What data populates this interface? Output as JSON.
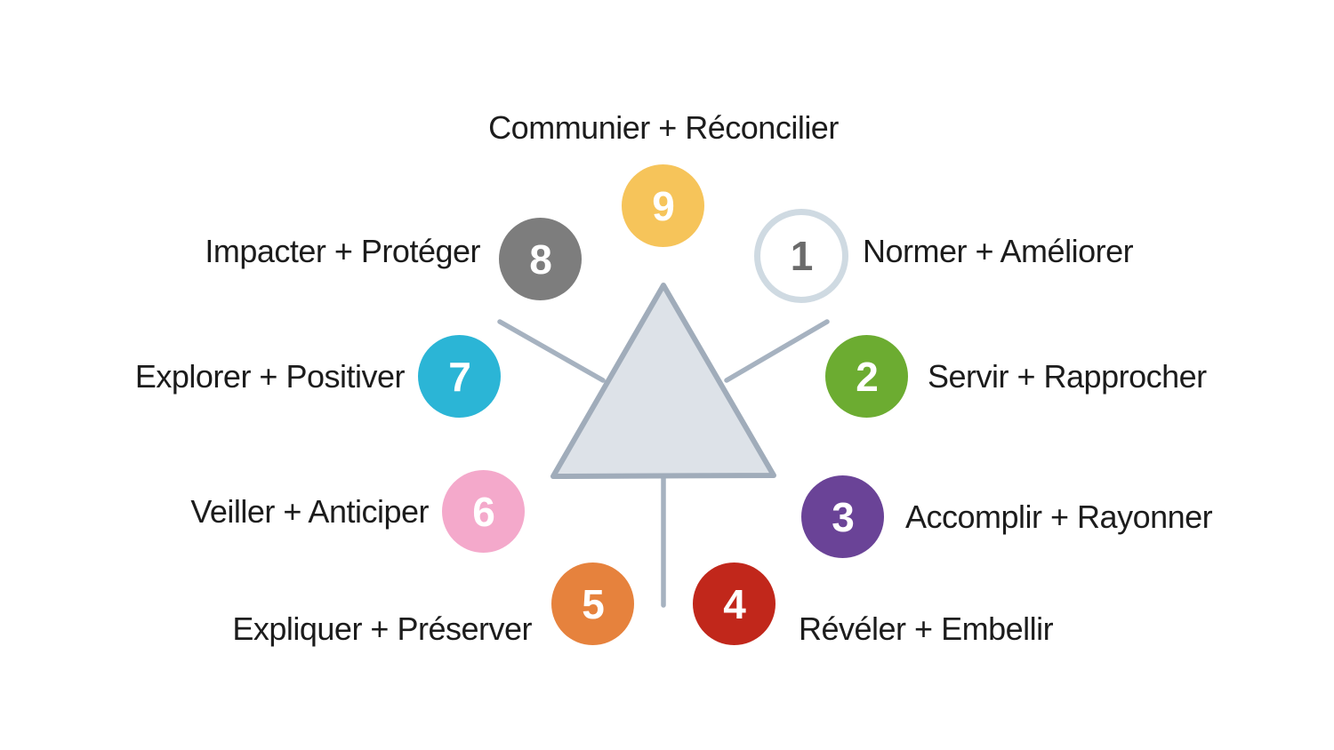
{
  "figure": {
    "type": "enneagram-diagram",
    "triangle_fill": "#DDE2E8",
    "triangle_stroke": "#A0ACBA",
    "line_color": "#A6B2C0",
    "text_color": "#1C1C1C"
  },
  "nodes": [
    {
      "number": "1",
      "label": "Normer + Améliorer",
      "fill": "#FFFFFF",
      "ring": "#CFDAE2",
      "number_color": "#6B6B6B"
    },
    {
      "number": "2",
      "label": "Servir + Rapprocher",
      "fill": "#6CAC31",
      "number_color": "#FFFFFF"
    },
    {
      "number": "3",
      "label": "Accomplir + Rayonner",
      "fill": "#6A4397",
      "number_color": "#FFFFFF"
    },
    {
      "number": "4",
      "label": "Révéler + Embellir",
      "fill": "#C1271B",
      "number_color": "#FFFFFF"
    },
    {
      "number": "5",
      "label": "Expliquer + Préserver",
      "fill": "#E6823D",
      "number_color": "#FFFFFF"
    },
    {
      "number": "6",
      "label": "Veiller + Anticiper",
      "fill": "#F4A9CB",
      "number_color": "#FFFFFF"
    },
    {
      "number": "7",
      "label": "Explorer + Positiver",
      "fill": "#2BB5D6",
      "number_color": "#FFFFFF"
    },
    {
      "number": "8",
      "label": "Impacter + Protéger",
      "fill": "#7D7D7D",
      "number_color": "#FFFFFF"
    },
    {
      "number": "9",
      "label": "Communier + Réconcilier",
      "fill": "#F6C45A",
      "number_color": "#FFFFFF"
    }
  ]
}
